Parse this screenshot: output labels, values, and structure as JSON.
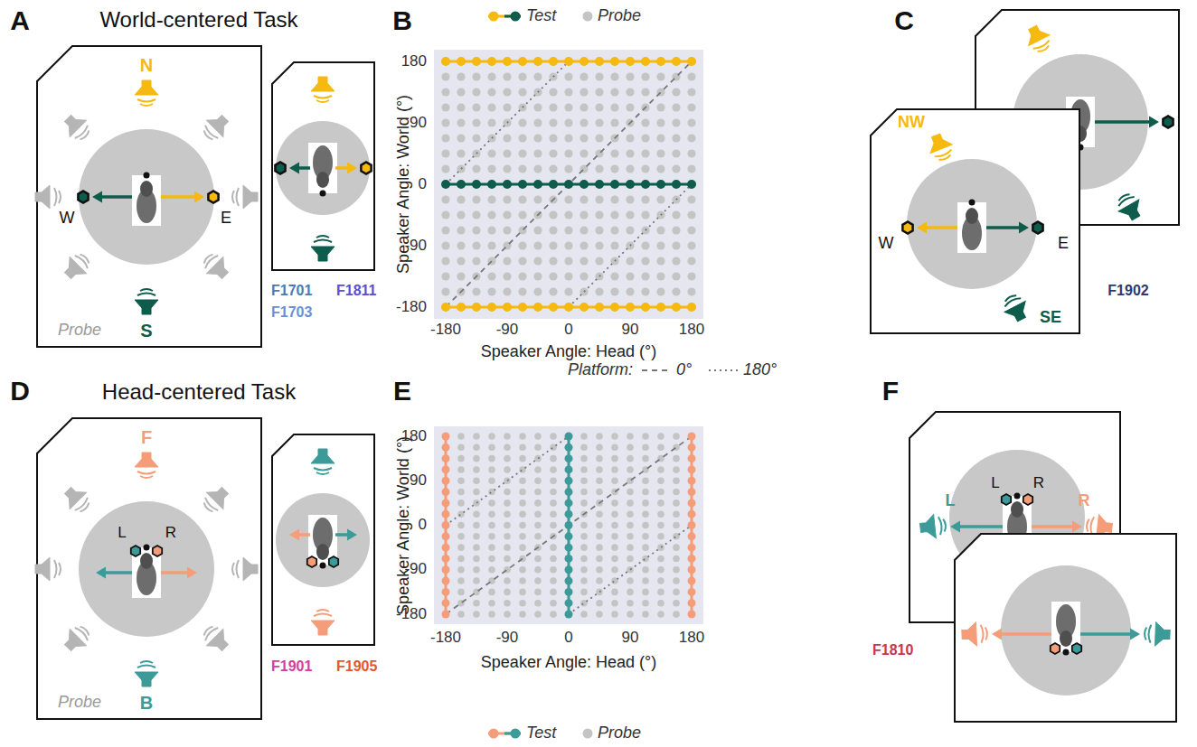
{
  "diagram": {
    "nodes": [
      {
        "text": [
          "N",
          "W",
          "E",
          "S",
          "Probe"
        ]
      },
      {
        "text": [
          "NW",
          "W",
          "E",
          "SE"
        ]
      },
      {
        "text": [
          "F",
          "L",
          "R",
          "B",
          "Probe"
        ]
      },
      {
        "text": [
          "L",
          "L",
          "R",
          "R"
        ]
      }
    ],
    "labels": [
      "A",
      "World-centered Task",
      "F1701",
      "F1703",
      "F1811",
      "B",
      "Speaker Angle: World (°)",
      "180",
      "90",
      "0",
      "-90",
      "-180",
      "-180",
      "-90",
      "0",
      "90",
      "180",
      "Speaker Angle: Head (°)",
      "C",
      "F1902",
      "D",
      "Head-centered Task",
      "F1901",
      "F1905",
      "E",
      "Platform:",
      "Speaker Angle: World (°)",
      "180",
      "90",
      "0",
      "-90",
      "-180",
      "-180",
      "-90",
      "0",
      "90",
      "180",
      "Speaker Angle: Head (°)",
      "F",
      "F1810"
    ],
    "legend": [
      {
        "text": "Test"
      },
      {
        "text": "Probe",
        "color": "#c4c4c4"
      },
      {
        "text": "0°"
      },
      {
        "text": "180°"
      },
      {
        "text": "Test"
      },
      {
        "text": "Probe",
        "color": "#c4c4c4"
      }
    ]
  }
}
